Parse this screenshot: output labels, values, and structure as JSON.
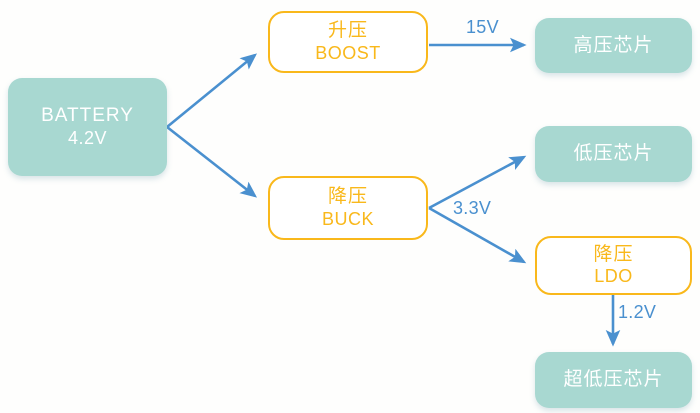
{
  "diagram": {
    "type": "power-tree-block-diagram",
    "colors": {
      "teal_fill": "#a8d8d1",
      "outline_border": "#f9b81b",
      "outline_text": "#f9b81b",
      "arrow_blue": "#4a90cf",
      "node_text_white": "#ffffff",
      "background": "#fefefd"
    },
    "nodes": [
      {
        "id": "battery",
        "style": "teal",
        "line1": "BATTERY",
        "line2": "4.2V"
      },
      {
        "id": "boost",
        "style": "outline",
        "line1": "升压",
        "line2": "BOOST"
      },
      {
        "id": "buck",
        "style": "outline",
        "line1": "降压",
        "line2": "BUCK"
      },
      {
        "id": "ldo",
        "style": "outline",
        "line1": "降压",
        "line2": "LDO"
      },
      {
        "id": "high-voltage-chip",
        "style": "teal",
        "line1": "高压芯片"
      },
      {
        "id": "low-voltage-chip",
        "style": "teal",
        "line1": "低压芯片"
      },
      {
        "id": "ultra-low-voltage-chip",
        "style": "teal",
        "line1": "超低压芯片"
      }
    ],
    "edges": [
      {
        "id": "battery-to-boost",
        "from": "battery",
        "to": "boost",
        "label": ""
      },
      {
        "id": "battery-to-buck",
        "from": "battery",
        "to": "buck",
        "label": ""
      },
      {
        "id": "boost-to-high-voltage-chip",
        "from": "boost",
        "to": "high-voltage-chip",
        "label": "15V"
      },
      {
        "id": "buck-to-low-voltage-chip",
        "from": "buck",
        "to": "low-voltage-chip",
        "label": "3.3V"
      },
      {
        "id": "buck-to-ldo",
        "from": "buck",
        "to": "ldo",
        "label": ""
      },
      {
        "id": "ldo-to-ultra-low-voltage-chip",
        "from": "ldo",
        "to": "ultra-low-voltage-chip",
        "label": "1.2V"
      }
    ]
  }
}
